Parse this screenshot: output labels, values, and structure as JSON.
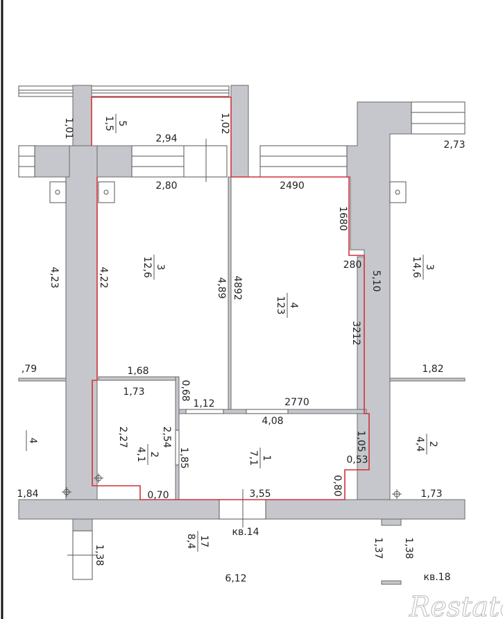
{
  "plan": {
    "balcony": {
      "number": "5",
      "area": "1,5"
    },
    "room3": {
      "number": "3",
      "area": "12,6"
    },
    "room4": {
      "number": "4",
      "area": "123"
    },
    "room2": {
      "number": "2",
      "area": "4,1"
    },
    "room1": {
      "number": "1",
      "area": "7,1"
    },
    "neighbor_right": {
      "number": "3",
      "area": "14,6"
    },
    "neighbor_right_small": {
      "number": "2",
      "area": "4,4"
    },
    "neighbor_left_small": {
      "number": "4"
    },
    "corridor": {
      "number": "17",
      "area": "8,4"
    },
    "dimensions": {
      "d101": "1,01",
      "d102": "1,02",
      "d294": "2,94",
      "d280": "2,80",
      "d2490": "2490",
      "d273": "2,73",
      "d1680": "1680",
      "d280b": "280",
      "d423": "4,23",
      "d422": "4,22",
      "d489": "4,89",
      "d4892": "4892",
      "d3212": "3212",
      "d510": "5,10",
      "d79": ",79",
      "d168": "1,68",
      "d182": "1,82",
      "d173": "1,73",
      "d068": "0,68",
      "d112": "1,12",
      "d2770": "2770",
      "d408": "4,08",
      "d227": "2,27",
      "d254": "2,54",
      "d185": "1,85",
      "d105": "1,05",
      "d053": "0,53",
      "d080": "0,80",
      "d184": "1,84",
      "d070": "0,70",
      "d355": "3,55",
      "d173b": "1,73",
      "d138": "1,38",
      "d137": "1,37",
      "d138b": "1,38",
      "d612": "6,12"
    },
    "apt14": "кв.14",
    "apt18": "кв.18"
  },
  "watermark": "Restate",
  "colors": {
    "outline": "#d0303a",
    "wall": "#c6c7cc"
  }
}
